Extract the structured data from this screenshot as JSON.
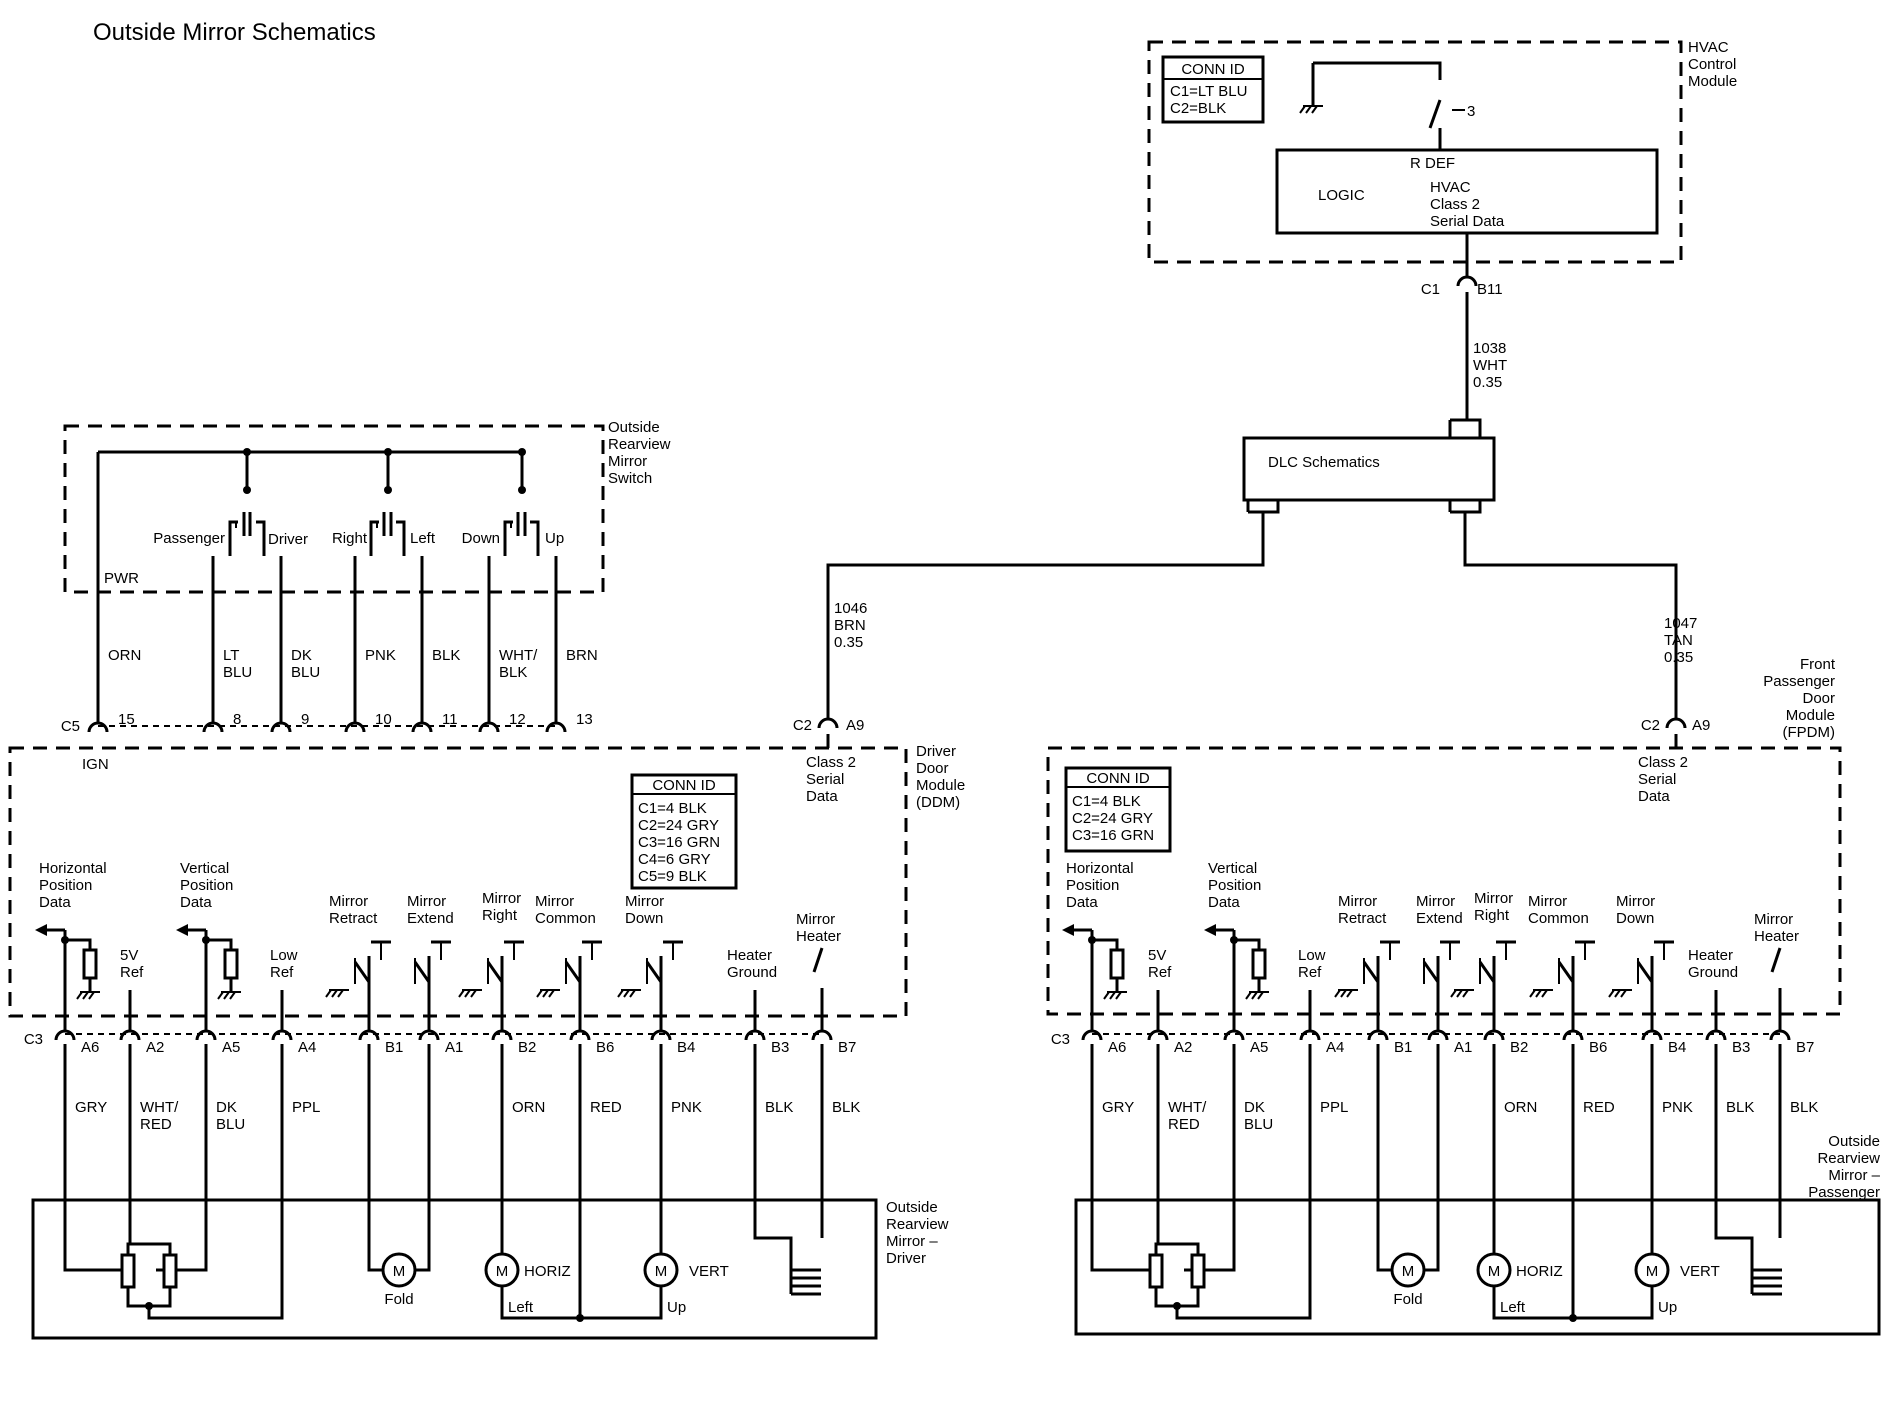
{
  "title": "Outside Mirror Schematics",
  "hvac": {
    "module_label": [
      "HVAC",
      "Control",
      "Module"
    ],
    "conn_id": {
      "header": "CONN ID",
      "rows": [
        "C1=LT BLU",
        "C2=BLK"
      ]
    },
    "switch_pin": "3",
    "rdef": "R DEF",
    "logic": "LOGIC",
    "serial_label": [
      "HVAC",
      "Class 2",
      "Serial Data"
    ],
    "connector": {
      "left": "C1",
      "right": "B11"
    },
    "wire": [
      "1038",
      "WHT",
      "0.35"
    ]
  },
  "dlc": {
    "label": "DLC Schematics"
  },
  "ddm_feed": {
    "wire": [
      "1046",
      "BRN",
      "0.35"
    ],
    "connector": {
      "left": "C2",
      "right": "A9"
    },
    "serial_label": [
      "Class 2",
      "Serial",
      "Data"
    ]
  },
  "fpdm_feed": {
    "wire": [
      "1047",
      "TAN",
      "0.35"
    ],
    "connector": {
      "left": "C2",
      "right": "A9"
    },
    "serial_label": [
      "Class 2",
      "Serial",
      "Data"
    ]
  },
  "mirror_switch": {
    "label": [
      "Outside",
      "Rearview",
      "Mirror",
      "Switch"
    ],
    "pwr": "PWR",
    "positions": [
      "Passenger",
      "Driver",
      "Right",
      "Left",
      "Down",
      "Up"
    ],
    "wires": [
      {
        "color": [
          "ORN"
        ],
        "pin": "15"
      },
      {
        "color": [
          "LT",
          "BLU"
        ],
        "pin": "8"
      },
      {
        "color": [
          "DK",
          "BLU"
        ],
        "pin": "9"
      },
      {
        "color": [
          "PNK"
        ],
        "pin": "10"
      },
      {
        "color": [
          "BLK"
        ],
        "pin": "11"
      },
      {
        "color": [
          "WHT/",
          "BLK"
        ],
        "pin": "12"
      },
      {
        "color": [
          "BRN"
        ],
        "pin": "13"
      }
    ],
    "connector": "C5",
    "ign": "IGN"
  },
  "ddm": {
    "label": [
      "Driver",
      "Door",
      "Module",
      "(DDM)"
    ],
    "conn_id": {
      "header": "CONN ID",
      "rows": [
        "C1=4 BLK",
        "C2=24 GRY",
        "C3=16 GRN",
        "C4=6 GRY",
        "C5=9 BLK"
      ]
    },
    "functions": {
      "horizontal": [
        "Horizontal",
        "Position",
        "Data"
      ],
      "vref": [
        "5V",
        "Ref"
      ],
      "vertical": [
        "Vertical",
        "Position",
        "Data"
      ],
      "lowref": [
        "Low",
        "Ref"
      ],
      "retract": [
        "Mirror",
        "Retract"
      ],
      "extend": [
        "Mirror",
        "Extend"
      ],
      "right": [
        "Mirror",
        "Right"
      ],
      "common": [
        "Mirror",
        "Common"
      ],
      "down": [
        "Mirror",
        "Down"
      ],
      "heater_ground": [
        "Heater",
        "Ground"
      ],
      "heater": [
        "Mirror",
        "Heater"
      ]
    },
    "connector": "C3",
    "pins": [
      "A6",
      "A2",
      "A5",
      "A4",
      "B1",
      "A1",
      "B2",
      "B6",
      "B4",
      "B3",
      "B7"
    ],
    "wire_colors": [
      [
        "GRY"
      ],
      [
        "WHT/",
        "RED"
      ],
      [
        "DK",
        "BLU"
      ],
      [
        "PPL"
      ],
      [
        "ORN"
      ],
      [
        "RED"
      ],
      [
        "PNK"
      ],
      [
        "BLK"
      ],
      [
        "BLK"
      ]
    ]
  },
  "fpdm": {
    "label": [
      "Front",
      "Passenger",
      "Door",
      "Module",
      "(FPDM)"
    ],
    "conn_id": {
      "header": "CONN ID",
      "rows": [
        "C1=4 BLK",
        "C2=24 GRY",
        "C3=16 GRN"
      ]
    },
    "functions": {
      "horizontal": [
        "Horizontal",
        "Position",
        "Data"
      ],
      "vref": [
        "5V",
        "Ref"
      ],
      "vertical": [
        "Vertical",
        "Position",
        "Data"
      ],
      "lowref": [
        "Low",
        "Ref"
      ],
      "retract": [
        "Mirror",
        "Retract"
      ],
      "extend": [
        "Mirror",
        "Extend"
      ],
      "right": [
        "Mirror",
        "Right"
      ],
      "common": [
        "Mirror",
        "Common"
      ],
      "down": [
        "Mirror",
        "Down"
      ],
      "heater_ground": [
        "Heater",
        "Ground"
      ],
      "heater": [
        "Mirror",
        "Heater"
      ]
    },
    "connector": "C3",
    "pins": [
      "A6",
      "A2",
      "A5",
      "A4",
      "B1",
      "A1",
      "B2",
      "B6",
      "B4",
      "B3",
      "B7"
    ],
    "wire_colors": [
      [
        "GRY"
      ],
      [
        "WHT/",
        "RED"
      ],
      [
        "DK",
        "BLU"
      ],
      [
        "PPL"
      ],
      [
        "ORN"
      ],
      [
        "RED"
      ],
      [
        "PNK"
      ],
      [
        "BLK"
      ],
      [
        "BLK"
      ]
    ]
  },
  "mirror_driver": {
    "label": [
      "Outside",
      "Rearview",
      "Mirror –",
      "Driver"
    ],
    "motor_symbol": "M",
    "fold": "Fold",
    "horiz": "HORIZ",
    "vert": "VERT",
    "left": "Left",
    "up": "Up"
  },
  "mirror_passenger": {
    "label": [
      "Outside",
      "Rearview",
      "Mirror –",
      "Passenger"
    ],
    "motor_symbol": "M",
    "fold": "Fold",
    "horiz": "HORIZ",
    "vert": "VERT",
    "left": "Left",
    "up": "Up"
  }
}
